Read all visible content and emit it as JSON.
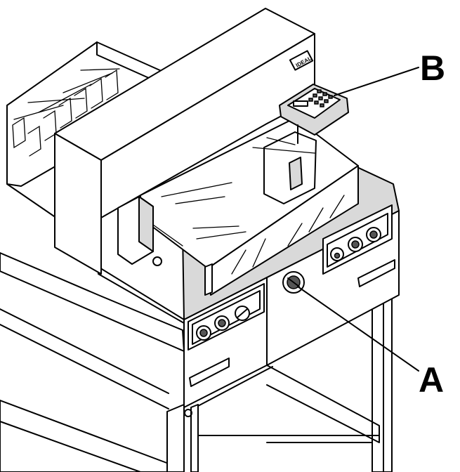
{
  "callouts": {
    "a": {
      "text": "A"
    },
    "b": {
      "text": "B"
    }
  },
  "brand_plate": {
    "text": "IDEAL"
  }
}
